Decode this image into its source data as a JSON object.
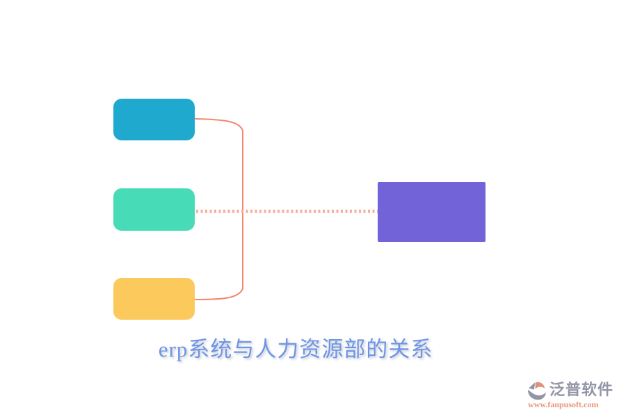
{
  "title": {
    "text": "erp系统与人力资源部的关系",
    "color": "#6E95E5"
  },
  "diagram": {
    "left_nodes": [
      {
        "name": "top",
        "color": "#20A9CF"
      },
      {
        "name": "middle",
        "color": "#47DBB7"
      },
      {
        "name": "bottom",
        "color": "#FBC95C"
      }
    ],
    "right_node": {
      "color": "#7363D8"
    },
    "connectors": {
      "solid_color": "#F2876E",
      "dotted_color": "#F6AC99"
    }
  },
  "watermark": {
    "brand": "泛普软件",
    "brand_color": "#9295A6",
    "url": "www.fanpusoft.com",
    "url_color": "#E8957D",
    "icon_gray": "#9295A6",
    "icon_accent": "#E2907C"
  }
}
